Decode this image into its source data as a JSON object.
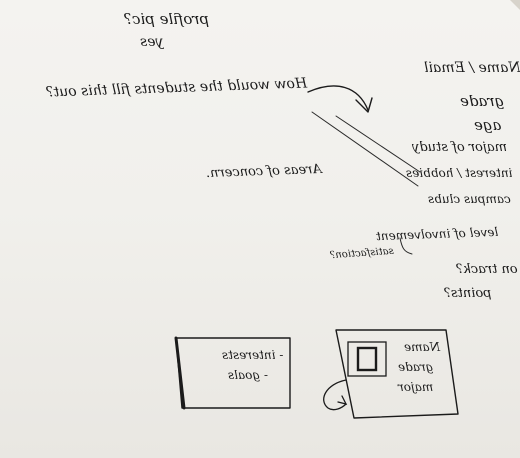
{
  "top_note": {
    "line1": "profile pic?",
    "line2": "yes"
  },
  "question": "How would the students fill this out?",
  "fields": [
    "Name / Email",
    "grade",
    "age",
    "major of study",
    "interest / hobbies",
    "campus clubs",
    "level of involvement",
    "on track?",
    "points?"
  ],
  "satisfaction_note": "satisfaction?",
  "areas_note": "Areas of concern.",
  "left_card": {
    "line1": "- interests",
    "line2": "- goals"
  },
  "right_card": {
    "line1": "Name",
    "line2": "grade",
    "line3": "major"
  }
}
